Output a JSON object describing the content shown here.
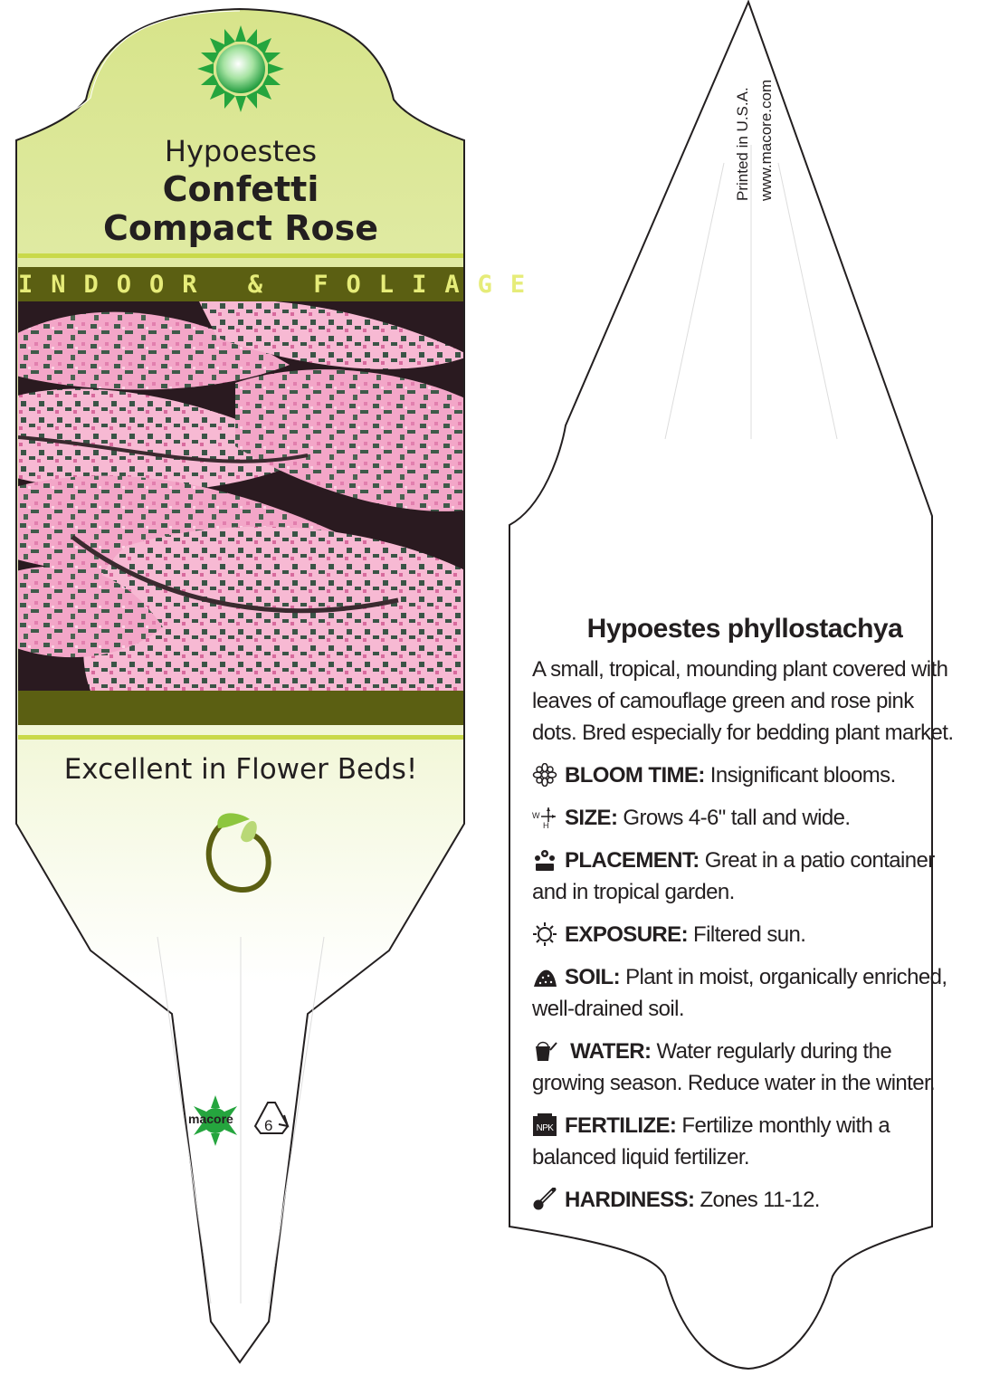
{
  "front": {
    "genus": "Hypoestes",
    "name_line1": "Confetti",
    "name_line2": "Compact Rose",
    "category": "INDOOR & FOLIAGE",
    "tagline": "Excellent in Flower Beds!",
    "brand": "macore",
    "recycle_code": "6",
    "colors": {
      "green_bar": "#5b5f12",
      "accent_line": "#c9d94a",
      "category_text": "#e6ec79",
      "gradient_top": "#d7e48a"
    }
  },
  "back": {
    "printed": "Printed in U.S.A.",
    "website": "www.macore.com",
    "botanical_name": "Hypoestes phyllostachya",
    "description": "A small, tropical, mounding plant covered with leaves of camouflage green and rose pink dots. Bred especially for bedding plant market.",
    "items": [
      {
        "icon": "flower-icon",
        "label": "BLOOM TIME:",
        "text": "Insignificant blooms."
      },
      {
        "icon": "size-icon",
        "label": "SIZE:",
        "text": "Grows 4-6\" tall and wide."
      },
      {
        "icon": "placement-icon",
        "label": "PLACEMENT:",
        "text": "Great in a patio container and in tropical garden."
      },
      {
        "icon": "sun-icon",
        "label": "EXPOSURE:",
        "text": "Filtered sun."
      },
      {
        "icon": "soil-icon",
        "label": "SOIL:",
        "text": "Plant in moist, organically enriched, well-drained soil."
      },
      {
        "icon": "watering-can-icon",
        "label": "WATER:",
        "text": "Water regularly during the growing season. Reduce water in the winter."
      },
      {
        "icon": "npk-icon",
        "label": "FERTILIZE:",
        "text": "Fertilize monthly with a balanced liquid fertilizer."
      },
      {
        "icon": "thermometer-icon",
        "label": "HARDINESS:",
        "text": "Zones 11-12."
      }
    ],
    "size_icon_letters": {
      "w": "W",
      "h": "H"
    },
    "npk_text": "NPK"
  }
}
